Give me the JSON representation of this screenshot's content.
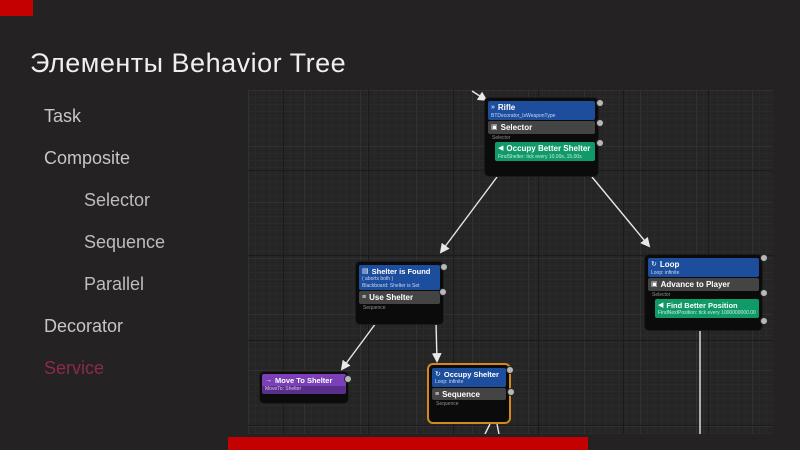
{
  "slide": {
    "title": "Элементы Behavior Tree",
    "list": [
      {
        "label": "Task",
        "indent": 0
      },
      {
        "label": "Composite",
        "indent": 0
      },
      {
        "label": "Selector",
        "indent": 1
      },
      {
        "label": "Sequence",
        "indent": 1
      },
      {
        "label": "Parallel",
        "indent": 1
      },
      {
        "label": "Decorator",
        "indent": 0
      },
      {
        "label": "Service",
        "indent": 0,
        "highlighted": true
      }
    ]
  },
  "colors": {
    "slide_background": "#242223",
    "title_text": "#efefef",
    "list_text": "#c6c6c6",
    "service_item_text": "#8b2a50",
    "mask_red": "#c40000",
    "graph_background": "#262525",
    "node_decorator_blue": "#1d4e9e",
    "node_composite_gray": "#454444",
    "node_service_green": "#0f9a68",
    "node_task_purple": "#7b3fb8",
    "selection_orange": "#d4891c",
    "edge_white": "#e8e8e8"
  },
  "graph": {
    "nodes": [
      {
        "id": "rifle-root",
        "rows": [
          {
            "kind": "decorator",
            "icon": "chevron-badge-icon",
            "glyph": "»",
            "title": "Rifle",
            "subtitle": "BTDecorator_IsWeaponType"
          },
          {
            "kind": "composite",
            "icon": "selector-icon",
            "glyph": "▣",
            "title": "Selector",
            "subtitle": "Selector"
          },
          {
            "kind": "service",
            "icon": "service-dot-icon",
            "glyph": "◀",
            "title": "Occupy Better Shelter",
            "subtitle": "FindShelter: tick every 10.00s..15.00s"
          }
        ]
      },
      {
        "id": "shelter-is-found",
        "rows": [
          {
            "kind": "decorator",
            "icon": "blackboard-icon",
            "glyph": "▤",
            "title": "Shelter is Found",
            "subtitle": "( aborts both )",
            "subtitle2": "Blackboard: Shelter is Set"
          },
          {
            "kind": "composite",
            "icon": "sequence-icon",
            "glyph": "≡",
            "title": "Use Shelter",
            "subtitle": "Sequence"
          }
        ]
      },
      {
        "id": "loop",
        "rows": [
          {
            "kind": "decorator",
            "icon": "loop-icon",
            "glyph": "↻",
            "title": "Loop",
            "subtitle": "Loop: infinite"
          },
          {
            "kind": "composite",
            "icon": "selector-icon",
            "glyph": "▣",
            "title": "Advance to Player",
            "subtitle": "Selector"
          },
          {
            "kind": "service",
            "icon": "service-dot-icon",
            "glyph": "◀",
            "title": "Find Better Position",
            "subtitle": "FindNextPosition: tick every 1000000000.00s"
          }
        ]
      },
      {
        "id": "move-to-shelter",
        "rows": [
          {
            "kind": "task",
            "icon": "move-arrow-icon",
            "glyph": "→",
            "title": "Move To Shelter",
            "subtitle": "MoveTo: Shelter"
          }
        ]
      },
      {
        "id": "occupy-shelter",
        "highlighted": true,
        "rows": [
          {
            "kind": "decorator",
            "icon": "loop-icon",
            "glyph": "↻",
            "title": "Occupy Shelter",
            "subtitle": "Loop: infinite"
          },
          {
            "kind": "composite",
            "icon": "sequence-icon",
            "glyph": "≡",
            "title": "Sequence",
            "subtitle": "Sequence"
          }
        ]
      }
    ]
  }
}
